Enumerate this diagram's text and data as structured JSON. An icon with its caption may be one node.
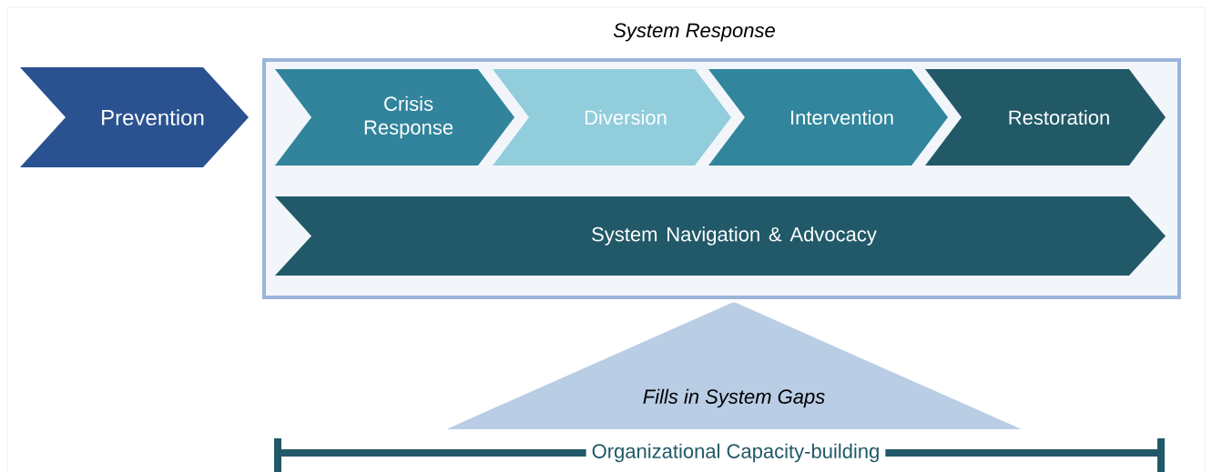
{
  "diagram": {
    "nodes": [
      {
        "text": [
          "Prevention"
        ]
      },
      {
        "text": [
          "System Response"
        ]
      },
      {
        "text": [
          "Crisis Response"
        ],
        "in": 1
      },
      {
        "text": [
          "Diversion"
        ],
        "in": 1
      },
      {
        "text": [
          "Intervention"
        ],
        "in": 1
      },
      {
        "text": [
          "Restoration"
        ],
        "in": 1
      },
      {
        "text": [
          "System Navigation & Advocacy"
        ],
        "in": 1
      },
      {
        "text": [
          "Fills in System Gaps"
        ]
      }
    ],
    "labels": [
      "Organizational Capacity-building"
    ]
  }
}
